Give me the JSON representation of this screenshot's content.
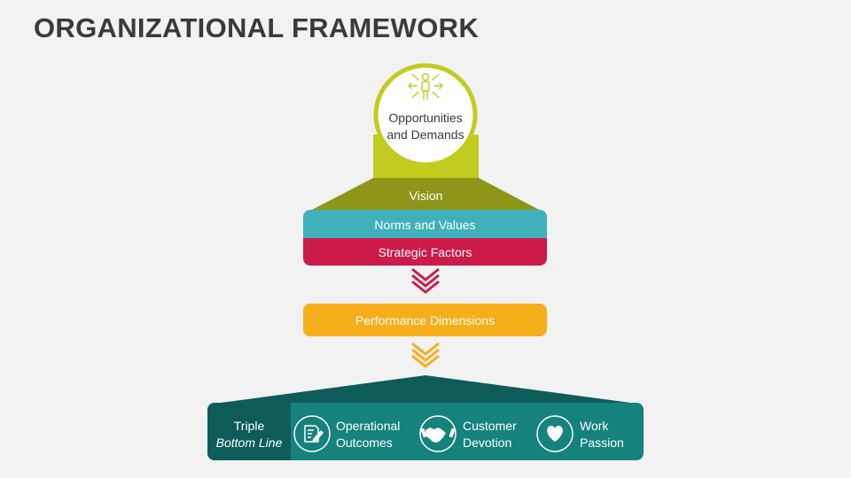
{
  "title": "ORGANIZATIONAL FRAMEWORK",
  "circle": {
    "line1": "Opportunities",
    "line2": "and Demands",
    "icon": "person-arrows-icon"
  },
  "layers": {
    "vision": "Vision",
    "norms": "Norms and Values",
    "strategic": "Strategic Factors",
    "performance": "Performance Dimensions"
  },
  "bottom": {
    "label_line1": "Triple",
    "label_line2": "Bottom Line",
    "items": [
      {
        "line1": "Operational",
        "line2": "Outcomes",
        "icon": "document-edit-icon"
      },
      {
        "line1": "Customer",
        "line2": "Devotion",
        "icon": "handshake-icon"
      },
      {
        "line1": "Work",
        "line2": "Passion",
        "icon": "heart-icon"
      }
    ]
  },
  "colors": {
    "lime": "#c2cc1f",
    "olive": "#8e9619",
    "teal": "#40b1bb",
    "crimson": "#cc1a4a",
    "amber": "#f6ae1b",
    "dark_teal": "#0e5c5a",
    "mid_teal": "#16827e",
    "title": "#3a3a3a"
  }
}
